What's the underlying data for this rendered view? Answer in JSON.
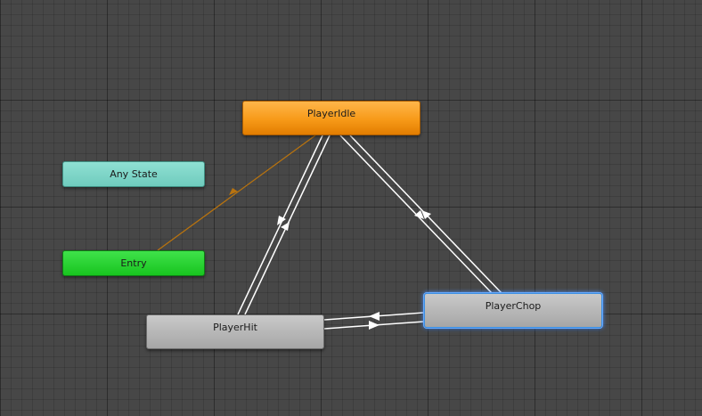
{
  "states": {
    "idle": {
      "label": "PlayerIdle",
      "color": "#f79a18"
    },
    "any_state": {
      "label": "Any State",
      "color": "#6fcbbd"
    },
    "entry": {
      "label": "Entry",
      "color": "#18c41f"
    },
    "hit": {
      "label": "PlayerHit",
      "color": "#b5b5b5"
    },
    "chop": {
      "label": "PlayerChop",
      "color": "#b5b5b5",
      "selected": true
    }
  },
  "transitions": [
    {
      "from": "entry",
      "to": "idle",
      "color": "#b8730f"
    },
    {
      "from": "idle",
      "to": "hit",
      "color": "#ffffff"
    },
    {
      "from": "hit",
      "to": "idle",
      "color": "#ffffff"
    },
    {
      "from": "idle",
      "to": "chop",
      "color": "#ffffff"
    },
    {
      "from": "chop",
      "to": "idle",
      "color": "#ffffff"
    },
    {
      "from": "chop",
      "to": "hit",
      "color": "#ffffff"
    },
    {
      "from": "hit",
      "to": "chop",
      "color": "#ffffff"
    }
  ],
  "colors": {
    "background": "#474747",
    "selection_outline": "#64a8ff"
  }
}
